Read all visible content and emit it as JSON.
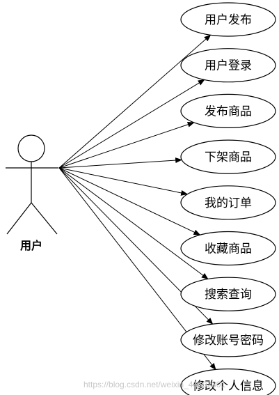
{
  "actor": {
    "label": "用户"
  },
  "use_cases": [
    {
      "label": "用户发布"
    },
    {
      "label": "用户登录"
    },
    {
      "label": "发布商品"
    },
    {
      "label": "下架商品"
    },
    {
      "label": "我的订单"
    },
    {
      "label": "收藏商品"
    },
    {
      "label": "搜索查询"
    },
    {
      "label": "修改账号密码"
    },
    {
      "label": "修改个人信息"
    }
  ],
  "watermark": "https://blog.csdn.net/weixin_46602301",
  "colors": {
    "stroke": "#000000",
    "watermark": "#c8c8c8"
  }
}
